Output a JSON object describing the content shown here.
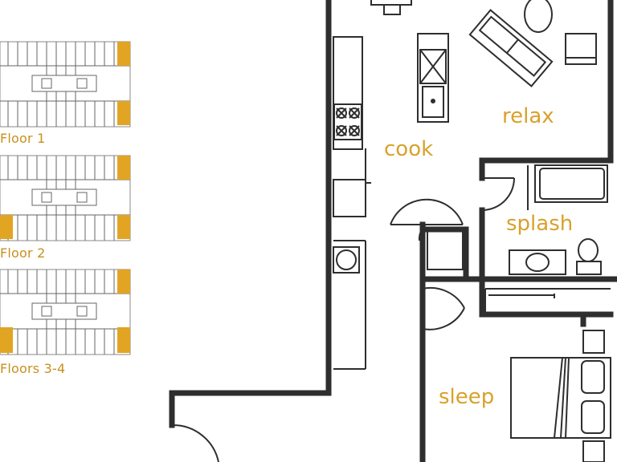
{
  "accent_color": "#E2A423",
  "wall_color": "#2E2E2E",
  "floors": [
    {
      "label": "Floor 1",
      "highlight": "right-side units"
    },
    {
      "label": "Floor 2",
      "highlight": "left-bottom and right-side units"
    },
    {
      "label": "Floors 3-4",
      "highlight": "left-bottom and right-side units"
    }
  ],
  "rooms": {
    "relax": "relax",
    "cook": "cook",
    "splash": "splash",
    "sleep": "sleep"
  },
  "fixtures": [
    "sofa-icon",
    "armchair-icon",
    "stove-icon",
    "sink-icon",
    "refrigerator-icon",
    "washer-icon",
    "bathtub-icon",
    "toilet-icon",
    "vanity-icon",
    "bed-icon",
    "nightstand-icon",
    "door-swing-icon"
  ]
}
